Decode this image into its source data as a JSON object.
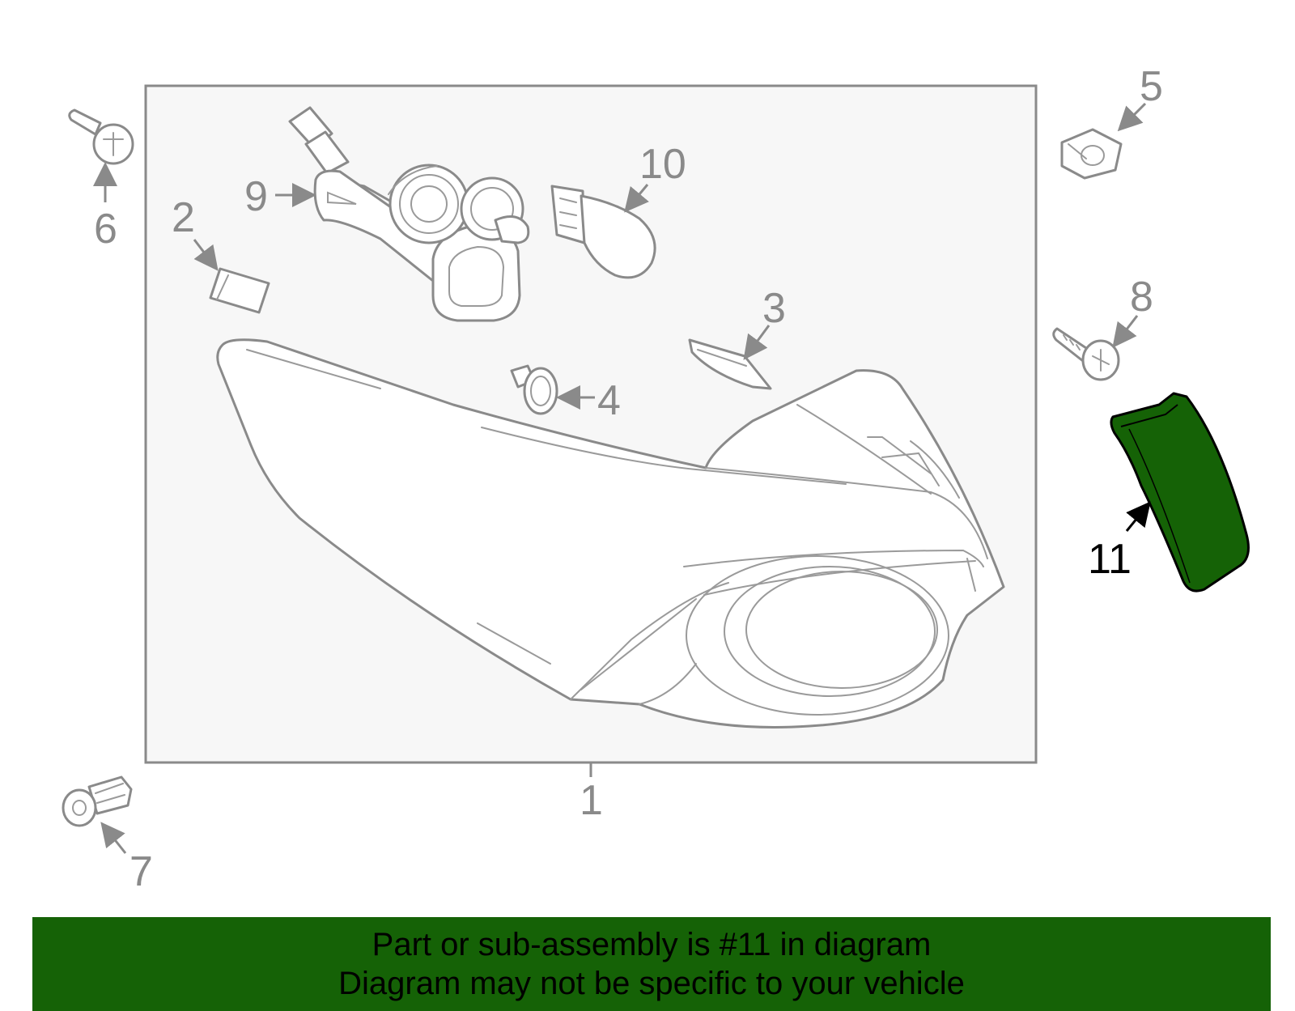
{
  "callouts": {
    "c1": "1",
    "c2": "2",
    "c3": "3",
    "c4": "4",
    "c5": "5",
    "c6": "6",
    "c7": "7",
    "c8": "8",
    "c9": "9",
    "c10": "10",
    "c11": "11"
  },
  "highlight": {
    "part": "11",
    "color": "#156206"
  },
  "banner": {
    "line1": "Part or sub-assembly is #11 in diagram",
    "line2": "Diagram may not be specific to your vehicle",
    "color": "#156206"
  }
}
